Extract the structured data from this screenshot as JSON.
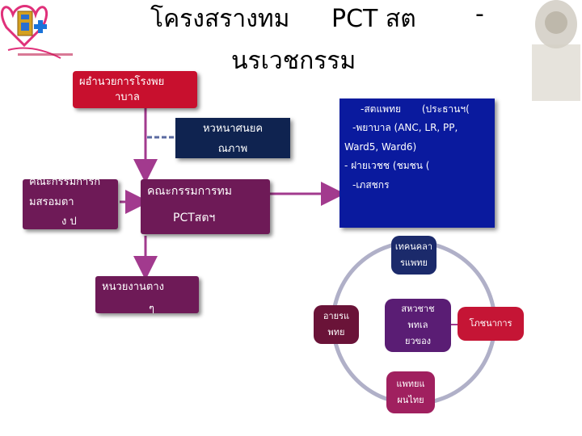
{
  "title": {
    "line1_part1": "โครงสรางทม",
    "line1_part2": "PCT สต",
    "line1_dash": "-",
    "line2": "นรเวชกรรม"
  },
  "boxes": {
    "director": {
      "line1": "ผอำนวยการโรงพย",
      "line2": "าบาล"
    },
    "quality_head": {
      "line1": "หวหนาศนยค",
      "line2": "ณภาพ"
    },
    "committee_left": {
      "line1": "คณะกรรมการก",
      "line2": "มสรอมตา",
      "line3": "ง ป"
    },
    "pct_committee": {
      "line1": "คณะกรรมการทม",
      "line2": "PCTสตฯ"
    },
    "departments": {
      "line1": "หนวยงานตาง",
      "line2": "ๆ"
    },
    "members": {
      "line1": "-สตแพทย",
      "line1b": "(ประธานฯ(",
      "line2": "-พยาบาล (ANC, LR, PP,",
      "line3": "Ward5, Ward6)",
      "line4": "- ฝายเวชช  (ชมชน  (",
      "line5": "-เภสชกร"
    }
  },
  "cycle": {
    "top": {
      "line1": "เทคนคลา",
      "line2": "รแพทย"
    },
    "left": {
      "line1": "อายรแ",
      "line2": "พทย"
    },
    "center": {
      "line1": "สหวชาช",
      "line2": "พทเล",
      "line3": "ยวของ"
    },
    "right": {
      "line1": "โภชนาการ"
    },
    "bottom": {
      "line1": "แพทยแ",
      "line2": "ผนไทย"
    }
  },
  "colors": {
    "red": "#c8102e",
    "navy": "#0f2350",
    "purple": "#6e1a57",
    "blue": "#0a1a9e",
    "connector": "#a23a8e"
  }
}
